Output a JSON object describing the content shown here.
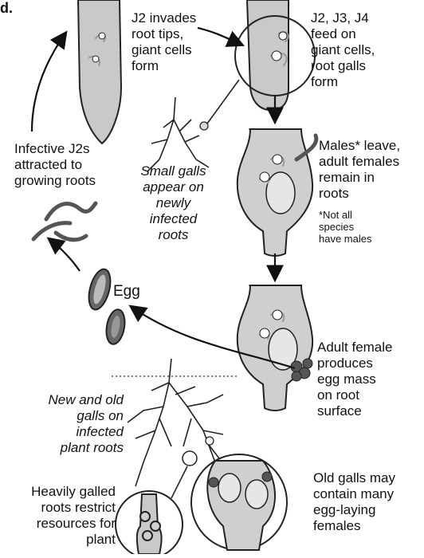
{
  "panel_letter": "d.",
  "labels": {
    "j2_invades": [
      "J2 invades",
      "root tips,",
      "giant cells",
      "form"
    ],
    "feed": [
      "J2, J3, J4",
      "feed on",
      "giant cells,",
      "root galls",
      "form"
    ],
    "infective": [
      "Infective J2s",
      "attracted to",
      "growing roots"
    ],
    "small_galls": [
      "Small galls",
      "appear on",
      "newly",
      "infected",
      "roots"
    ],
    "males_leave": [
      "Males* leave,",
      "adult females",
      "remain in",
      "roots"
    ],
    "not_all": [
      "*Not all",
      "species",
      "have males"
    ],
    "egg": "Egg",
    "adult_female": [
      "Adult female",
      "produces",
      "egg mass",
      "on root",
      "surface"
    ],
    "new_old": [
      "New and old",
      "galls on",
      "infected",
      "plant roots"
    ],
    "heavily": [
      "Heavily galled",
      "roots restrict",
      "resources for",
      "plant"
    ],
    "old_galls": [
      "Old galls may",
      "contain many",
      "egg-laying",
      "females"
    ]
  },
  "colors": {
    "root": "#c9c9c9",
    "outline": "#222222",
    "worm": "#555555"
  }
}
